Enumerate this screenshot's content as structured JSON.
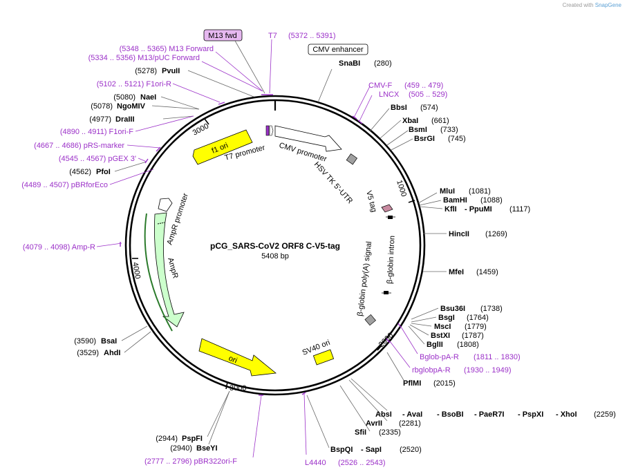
{
  "credit": {
    "prefix": "Created with",
    "brand": "SnapGene"
  },
  "plasmid": {
    "name": "pCG_SARS-CoV2 ORF8 C-V5-tag",
    "length": "5408 bp"
  },
  "ticks": [
    "1000",
    "2000",
    "3000",
    "4000",
    "3000"
  ],
  "colors": {
    "primer": "#9b30c8",
    "ori": "#ffff00",
    "ampr": "#ccffcc",
    "promoter": "#ffffff",
    "tag": "#a0a0a0"
  },
  "features": {
    "f1ori": "f1 ori",
    "t7promoter": "T7 promoter",
    "cmvpromoter": "CMV promoter",
    "hsvtk": "HSV TK 5'-UTR",
    "v5tag": "V5 tag",
    "globinintron": "β-globin intron",
    "globinpolya": "β-globin poly(A) signal",
    "sv40ori": "SV40 ori",
    "ori": "ori",
    "amprpromoter": "AmpR promoter",
    "ampr": "AmpR"
  },
  "boxes": {
    "m13fwd": "M13 fwd",
    "cmvenhancer": "CMV enhancer"
  },
  "labels": {
    "t7": "T7",
    "t7_pos": "(5372 .. 5391)",
    "m13forward": "(5348 .. 5365)  M13 Forward",
    "m13puc": "(5334 .. 5356)  M13/pUC Forward",
    "pvui_pos": "(5278)",
    "pvui": "PvuII",
    "f1orir": "(5102 .. 5121)  F1ori-R",
    "naei_pos": "(5080)",
    "naei": "NaeI",
    "ngomiv_pos": "(5078)",
    "ngomiv": "NgoMIV",
    "drai_pos": "(4977)",
    "drai": "DraIII",
    "f1orif": "(4890 .. 4911)  F1ori-F",
    "prsmarker": "(4667 .. 4686)  pRS-marker",
    "pgex3": "(4545 .. 4567)  pGEX 3'",
    "pfoi_pos": "(4562)",
    "pfoi": "PfoI",
    "pbrforeco": "(4489 .. 4507)  pBRforEco",
    "ampr_primer": "(4079 .. 4098)  Amp-R",
    "bsai_pos": "(3590)",
    "bsai": "BsaI",
    "ahdi_pos": "(3529)",
    "ahdi": "AhdI",
    "pspfi_pos": "(2944)",
    "pspfi": "PspFI",
    "bseyi_pos": "(2940)",
    "bseyi": "BseYI",
    "pbr322": "(2777 .. 2796)  pBR322ori-F",
    "l4440": "L4440",
    "l4440_pos": "(2526 .. 2543)",
    "bspqi": "BspQI",
    "sapi": "- SapI",
    "bspqi_pos": "(2520)",
    "sfii": "SfiI",
    "sfii_pos": "(2335)",
    "avrii": "AvrII",
    "avrii_pos": "(2281)",
    "absi": "AbsI",
    "avai": "- AvaI",
    "bsobi": "- BsoBI",
    "paer7i": "- PaeR7I",
    "pspxi": "- PspXI",
    "xhoi": "- XhoI",
    "xhoi_pos": "(2259)",
    "snabi": "SnaBI",
    "snabi_pos": "(280)",
    "cmvf": "CMV-F",
    "cmvf_pos": "(459 .. 479)",
    "lncx": "LNCX",
    "lncx_pos": "(505 .. 529)",
    "bbsi": "BbsI",
    "bbsi_pos": "(574)",
    "xbai": "XbaI",
    "xbai_pos": "(661)",
    "bsmi": "BsmI",
    "bsmi_pos": "(733)",
    "bsrgi": "BsrGI",
    "bsrgi_pos": "(745)",
    "mlui": "MluI",
    "mlui_pos": "(1081)",
    "bamhi": "BamHI",
    "bamhi_pos": "(1088)",
    "kfli": "KflI",
    "ppumi": "- PpuMI",
    "ppumi_pos": "(1117)",
    "hincii": "HincII",
    "hincii_pos": "(1269)",
    "mfei": "MfeI",
    "mfei_pos": "(1459)",
    "bsu36i": "Bsu36I",
    "bsu36i_pos": "(1738)",
    "bsgi": "BsgI",
    "bsgi_pos": "(1764)",
    "msci": "MscI",
    "msci_pos": "(1779)",
    "bstxi": "BstXI",
    "bstxi_pos": "(1787)",
    "bglii": "BglII",
    "bglii_pos": "(1808)",
    "bglobpar": "Bglob-pA-R",
    "bglobpar_pos": "(1811 .. 1830)",
    "rbglobpar": "rbglobpA-R",
    "rbglobpar_pos": "(1930 .. 1949)",
    "pflmi": "PflMI",
    "pflmi_pos": "(2015)"
  }
}
